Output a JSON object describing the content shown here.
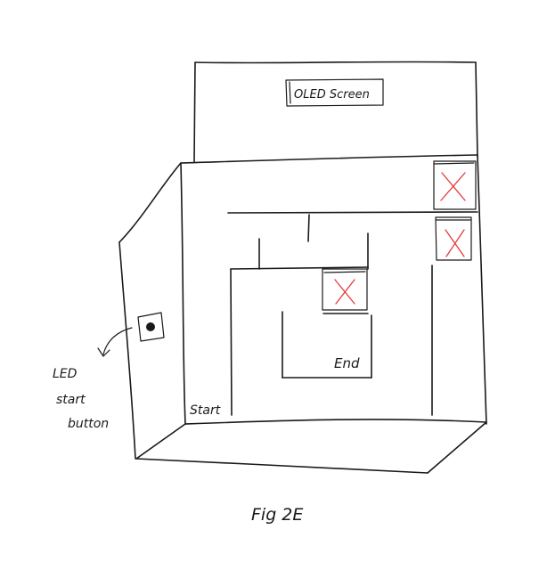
{
  "labels": {
    "screen": "OLED Screen",
    "start": "Start",
    "end": "End",
    "button_line1": "LED",
    "button_line2": "start",
    "button_line3": "button",
    "caption": "Fig 2E"
  },
  "colors": {
    "ink": "#1a1a1a",
    "marker": "#e23b3b",
    "background": "#ffffff"
  },
  "markers": [
    "x-mark",
    "x-mark",
    "x-mark"
  ]
}
